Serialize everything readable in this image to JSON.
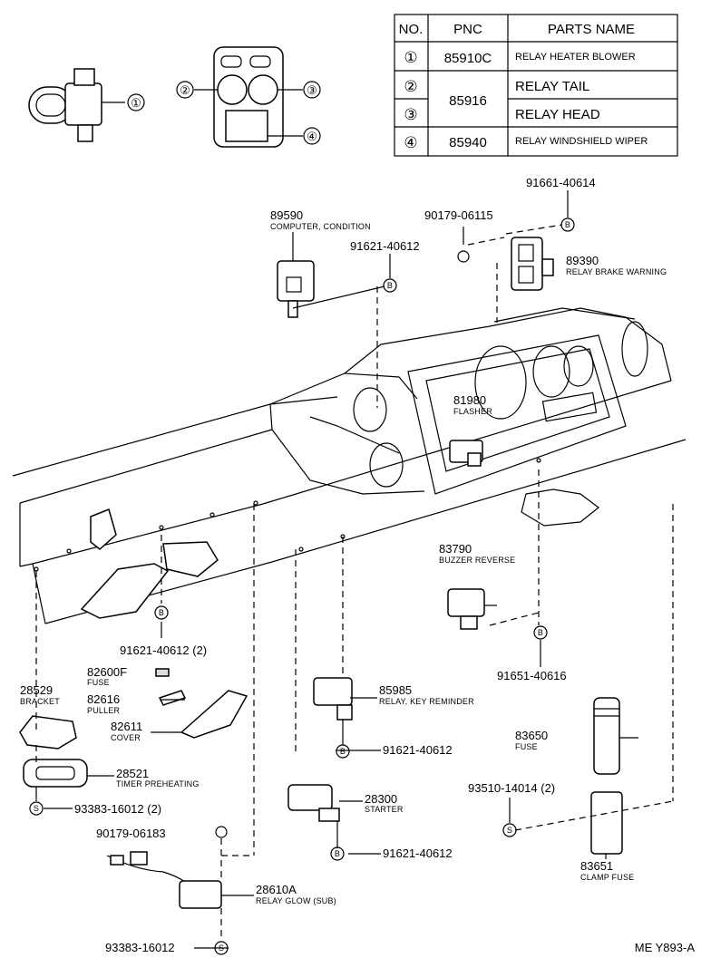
{
  "table": {
    "headers": [
      "NO.",
      "PNC",
      "PARTS NAME"
    ],
    "rows": [
      {
        "no": "①",
        "pnc": "85910C",
        "name": "RELAY HEATER BLOWER"
      },
      {
        "no": "②",
        "pnc": "85916",
        "name": "RELAY TAIL"
      },
      {
        "no": "③",
        "pnc": "",
        "name": "RELAY HEAD"
      },
      {
        "no": "④",
        "pnc": "85940",
        "name": "RELAY WINDSHIELD WIPER"
      }
    ]
  },
  "callouts": {
    "c1": "①",
    "c2": "②",
    "c3": "③",
    "c4": "④"
  },
  "bolt_symbols": {
    "b": "B",
    "s": "S"
  },
  "labels": {
    "p89590_no": "89590",
    "p89590_name": "COMPUTER, CONDITION",
    "p91621_top": "91621-40612",
    "p90179_06115": "90179-06115",
    "p91661": "91661-40614",
    "p89390_no": "89390",
    "p89390_name": "RELAY BRAKE WARNING",
    "p81980_no": "81980",
    "p81980_name": "FLASHER",
    "p83790_no": "83790",
    "p83790_name": "BUZZER REVERSE",
    "p91651": "91651-40616",
    "p91621_2": "91621-40612 (2)",
    "p82600f_no": "82600F",
    "p82600f_name": "FUSE",
    "p28529_no": "28529",
    "p28529_name": "BRACKET",
    "p82616_no": "82616",
    "p82616_name": "PULLER",
    "p82611_no": "82611",
    "p82611_name": "COVER",
    "p28521_no": "28521",
    "p28521_name": "TIMER PREHEATING",
    "p93383_2": "93383-16012 (2)",
    "p90179_06183": "90179-06183",
    "p85985_no": "85985",
    "p85985_name": "RELAY, KEY REMINDER",
    "p91621_mid": "91621-40612",
    "p28300_no": "28300",
    "p28300_name": "STARTER",
    "p91621_bot": "91621-40612",
    "p83650_no": "83650",
    "p83650_name": "FUSE",
    "p93510": "93510-14014 (2)",
    "p83651_no": "83651",
    "p83651_name": "CLAMP FUSE",
    "p28610a_no": "28610A",
    "p28610a_name": "RELAY GLOW (SUB)",
    "p93383_bot": "93383-16012"
  },
  "footer_code": "ME Y893-A"
}
